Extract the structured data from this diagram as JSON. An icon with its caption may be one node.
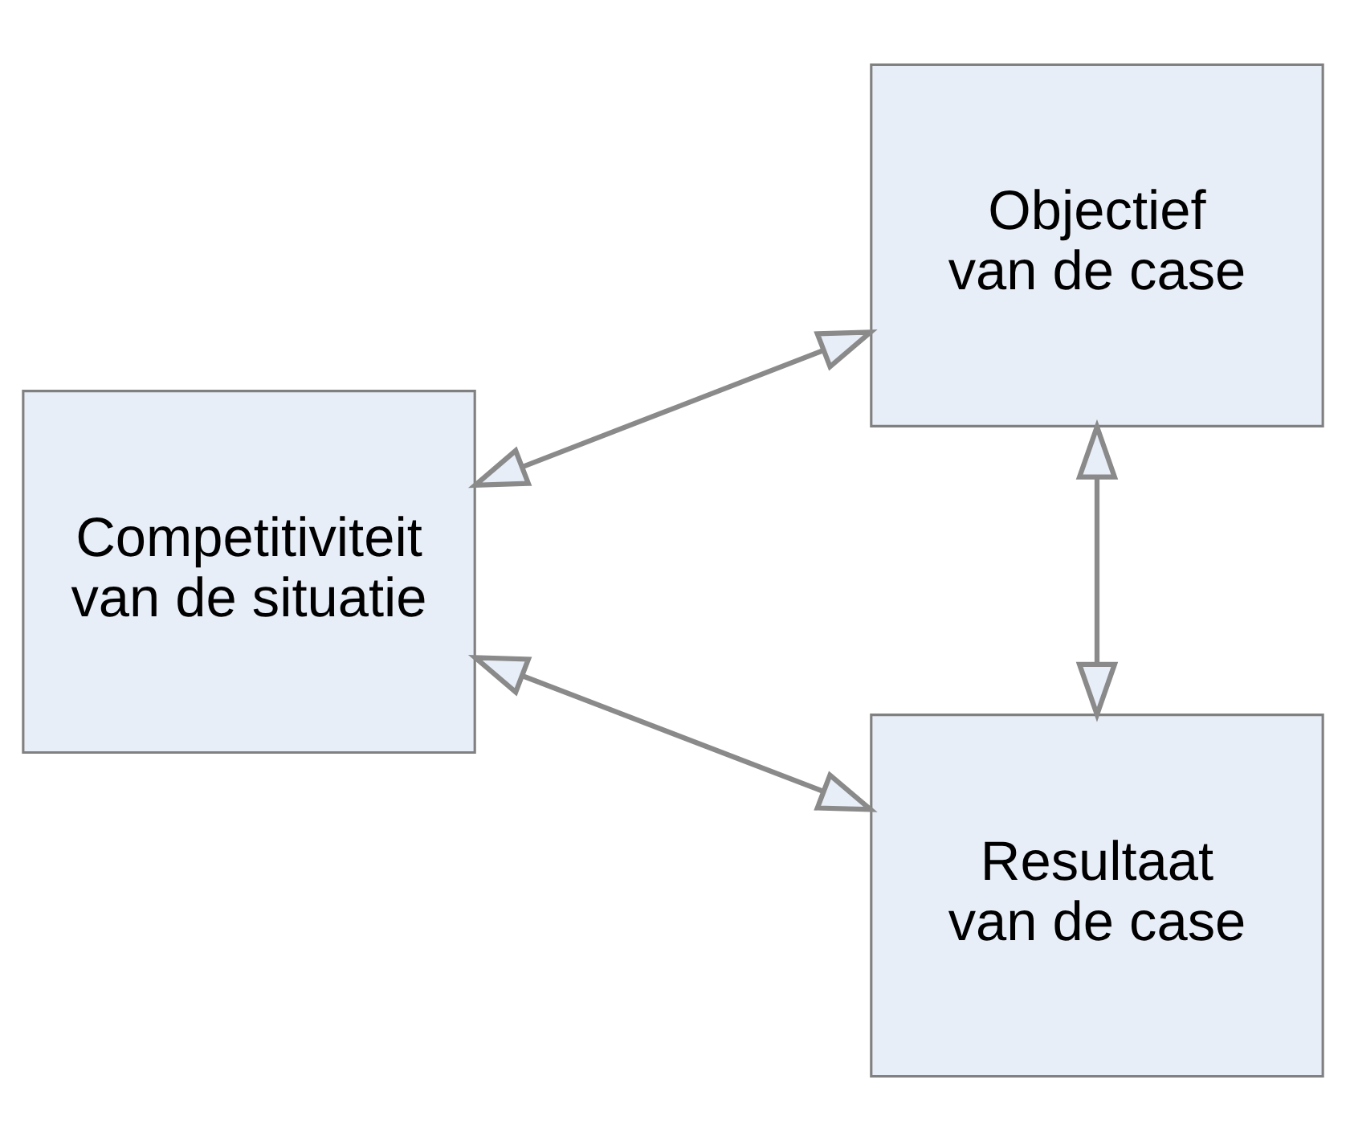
{
  "diagram": {
    "nodes": [
      {
        "text": [
          "Objectief van de case"
        ]
      },
      {
        "text": [
          "Competitiviteit van de situatie"
        ]
      },
      {
        "text": [
          "Resultaat van de case"
        ]
      }
    ],
    "edges": [
      {
        "from": 1,
        "to": 0,
        "arrow": "both"
      },
      {
        "from": 0,
        "to": 2,
        "arrow": "both"
      },
      {
        "from": 1,
        "to": 2,
        "arrow": "both"
      }
    ]
  }
}
